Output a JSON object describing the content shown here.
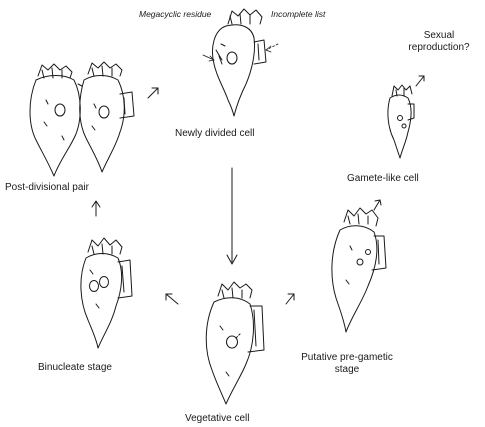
{
  "labels": {
    "megacyclic_residue": "Megacyclic residue",
    "incomplete_list": "Incomplete list",
    "newly_divided_cell": "Newly divided cell",
    "post_divisional_pair": "Post-divisional pair",
    "sexual_reproduction": "Sexual reproduction?",
    "gamete_like_cell": "Gamete-like cell",
    "binucleate_stage": "Binucleate stage",
    "putative_pre_gametic_stage": "Putative pre-gametic stage",
    "vegetative_cell": "Vegetative cell"
  },
  "colors": {
    "ink": "#1a1a1a",
    "background": "#ffffff"
  },
  "icons": {
    "cells": [
      "newly-divided-cell-drawing",
      "post-divisional-pair-drawing",
      "gamete-like-cell-drawing",
      "binucleate-cell-drawing",
      "pre-gametic-cell-drawing",
      "vegetative-cell-drawing"
    ],
    "arrows": [
      "arrow-down",
      "arrow-up-right",
      "arrow-up",
      "arrow-up-left",
      "arrow-up-right"
    ]
  }
}
